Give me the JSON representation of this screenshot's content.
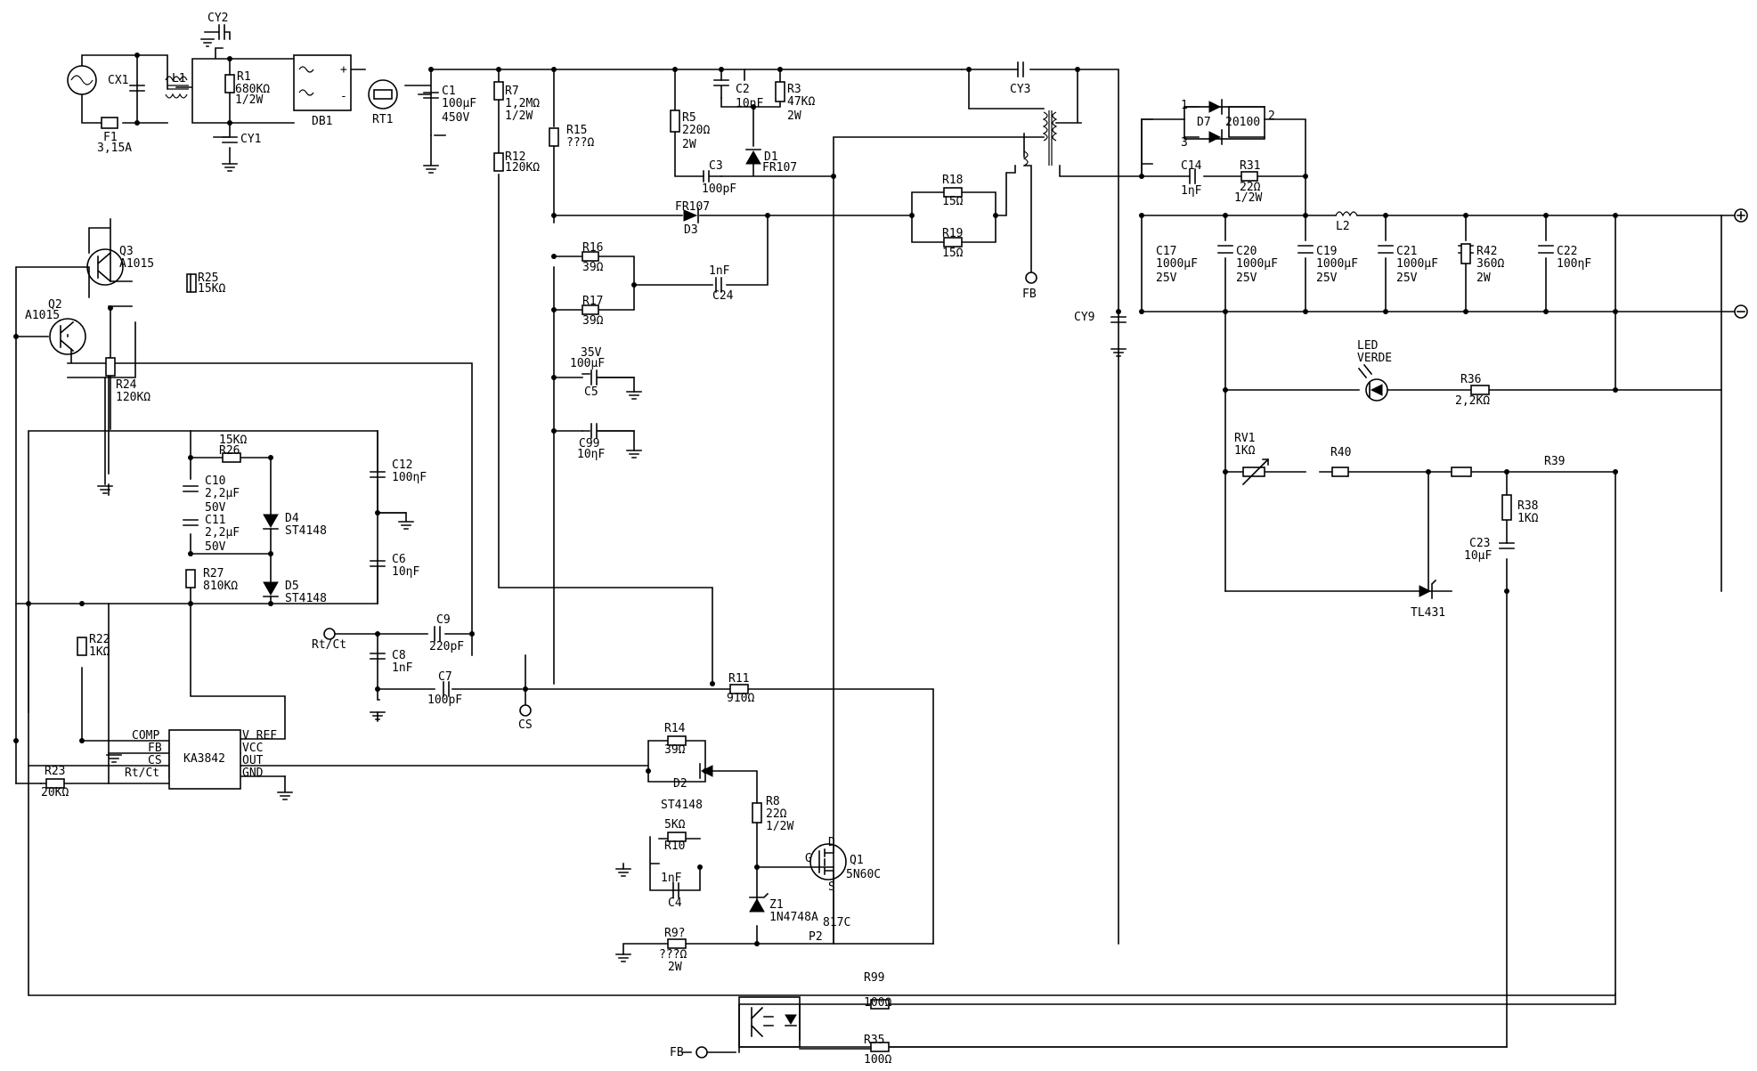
{
  "diagram": {
    "type": "circuit-schematic",
    "input": {
      "cx1": "CX1",
      "l1": "L1",
      "f1": "F1",
      "f1_rating": "3,15A",
      "cy2": "CY2",
      "cy1": "CY1",
      "r1": "R1",
      "r1_value": "680KΩ",
      "r1_power": "1/2W",
      "db1": "DB1",
      "plus": "+",
      "minus": "-",
      "rt1": "RT1",
      "c1": "C1",
      "c1_value": "100µF",
      "c1_voltage": "450V"
    },
    "start": {
      "r7": "R7",
      "r7_value": "1,2MΩ",
      "r7_power": "1/2W",
      "r12": "R12",
      "r12_value": "120KΩ",
      "r15": "R15",
      "r15_value": "???Ω"
    },
    "snubber": {
      "r5": "R5",
      "r5_value": "220Ω",
      "r5_power": "2W",
      "c2": "C2",
      "c2_value": "10ηF",
      "r3": "R3",
      "r3_value": "47KΩ",
      "r3_power": "2W",
      "d1": "D1",
      "d1_part": "FR107",
      "c3": "C3",
      "c3_value": "100pF"
    },
    "aux": {
      "d3_part": "FR107",
      "d3": "D3",
      "r16": "R16",
      "r16_value": "39Ω",
      "r17": "R17",
      "r17_value": "39Ω",
      "c24_value": "1nF",
      "c24": "C24",
      "c5_voltage": "35V",
      "c5_value": "100µF",
      "c5": "C5",
      "c99": "C99",
      "c99_value": "10ηF",
      "r18": "R18",
      "r18_value": "15Ω",
      "r19": "R19",
      "r19_value": "15Ω"
    },
    "transformer": {
      "cy3": "CY3",
      "fb": "FB",
      "cy9": "CY9"
    },
    "output": {
      "d7_pin1": "1",
      "d7_pin2": "2",
      "d7_pin3": "3",
      "d7": "D7",
      "d7_part": "20100",
      "c14": "C14",
      "c14_value": "1ηF",
      "r31": "R31",
      "r31_value": "22Ω",
      "r31_power": "1/2W",
      "l2": "L2",
      "c17": "C17",
      "c17_value": "1000µF",
      "c17_voltage": "25V",
      "c20": "C20",
      "c20_value": "1000µF",
      "c20_voltage": "25V",
      "c19": "C19",
      "c19_value": "1000µF",
      "c19_voltage": "25V",
      "c21": "C21",
      "c21_value": "1000µF",
      "c21_voltage": "25V",
      "r42": "R42",
      "r42_value": "360Ω",
      "r42_power": "2W",
      "c22": "C22",
      "c22_value": "100ηF"
    },
    "feedback": {
      "led1": "LED",
      "led2": "VERDE",
      "r36": "R36",
      "r36_value": "2,2KΩ",
      "rv1": "RV1",
      "rv1_value": "1KΩ",
      "r40": "R40",
      "r39": "R39",
      "r38": "R38",
      "r38_value": "1KΩ",
      "c23": "C23",
      "c23_value": "10µF",
      "tl431": "TL431"
    },
    "controller": {
      "q3": "Q3",
      "q3_part": "A1015",
      "q2": "Q2",
      "q2_part": "A1015",
      "r25": "R25",
      "r25_value": "15KΩ",
      "r24": "R24",
      "r24_value": "120KΩ",
      "r26_value": "15KΩ",
      "r26": "R26",
      "c10": "C10",
      "c10_value": "2,2µF",
      "c10_voltage": "50V",
      "c11": "C11",
      "c11_value": "2,2µF",
      "c11_voltage": "50V",
      "d4": "D4",
      "d4_part": "ST4148",
      "d5": "D5",
      "d5_part": "ST4148",
      "r27": "R27",
      "r27_value": "810KΩ",
      "c12": "C12",
      "c12_value": "100ηF",
      "c6": "C6",
      "c6_value": "10ηF",
      "r22": "R22",
      "r22_value": "1KΩ",
      "rtct": "Rt/Ct",
      "c9": "C9",
      "c9_value": "220pF",
      "c8": "C8",
      "c8_value": "1nF",
      "c7": "C7",
      "c7_value": "100pF",
      "cs": "CS",
      "r11": "R11",
      "r11_value": "910Ω",
      "ic": "KA3842",
      "pin_comp": "COMP",
      "pin_fb": "FB",
      "pin_cs": "CS",
      "pin_rtct": "Rt/Ct",
      "pin_vref": "V REF",
      "pin_vcc": "VCC",
      "pin_out": "OUT",
      "pin_gnd": "GND",
      "r23": "R23",
      "r23_value": "20KΩ"
    },
    "driver": {
      "r14": "R14",
      "r14_value": "39Ω",
      "d2": "D2",
      "d2_part": "ST4148",
      "r8": "R8",
      "r8_value": "22Ω",
      "r8_power": "1/2W",
      "r10_value": "5KΩ",
      "r10": "R10",
      "c4_value": "1ηF",
      "c4": "C4",
      "q1_d": "D",
      "q1_g": "G",
      "q1_s": "S",
      "q1": "Q1",
      "q1_part": "5N60C",
      "z1": "Z1",
      "z1_part": "1N4748A",
      "r9": "R9?",
      "r9_value": "???Ω",
      "r9_power": "2W"
    },
    "opto": {
      "part": "817C",
      "p2": "P2",
      "r99": "R99",
      "r99_value": "100Ω",
      "r35": "R35",
      "r35_value": "100Ω",
      "fb": "FB"
    },
    "rails": {
      "plus": "⊕",
      "minus": "⊖"
    }
  }
}
